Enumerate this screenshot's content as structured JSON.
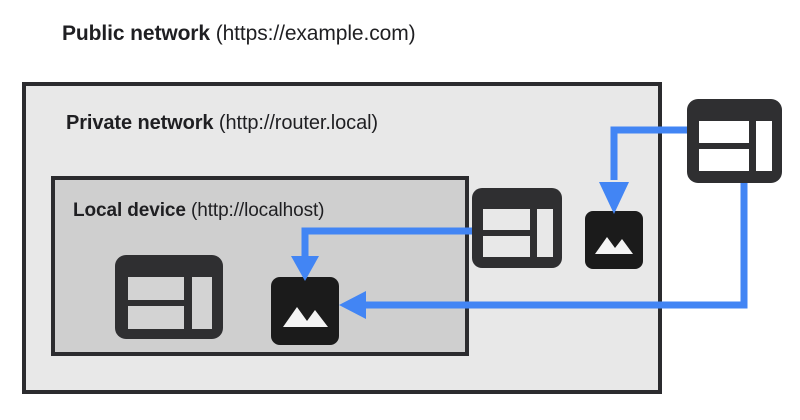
{
  "diagram": {
    "title_bold": "Public network",
    "title_rest": " (https://example.com)",
    "background": "#ffffff",
    "border_color": "#2b2b2e",
    "arrow_color": "#4285f4",
    "icon_dark": "#2f2f31",
    "icon_black": "#1b1b1b"
  },
  "public_network": {
    "label_bold": "Public network",
    "label_rest": " (https://example.com)",
    "url": "https://example.com"
  },
  "private_network": {
    "label_bold": "Private network",
    "label_rest": " (http://router.local)",
    "url": "http://router.local",
    "fill": "#e8e8e8"
  },
  "local_device": {
    "label_bold": "Local device",
    "label_rest": " (http://localhost)",
    "url": "http://localhost",
    "fill": "#cfcfcf"
  },
  "nodes": [
    {
      "id": "local-browser",
      "icon": "browser-window-icon",
      "zone": "local-device",
      "fill": "#2f2f31"
    },
    {
      "id": "local-image",
      "icon": "image-icon",
      "zone": "local-device",
      "fill": "#1b1b1b"
    },
    {
      "id": "private-browser",
      "icon": "browser-window-icon",
      "zone": "private-network",
      "fill": "#2f2f31"
    },
    {
      "id": "private-image",
      "icon": "image-icon",
      "zone": "private-network",
      "fill": "#1b1b1b"
    },
    {
      "id": "public-browser",
      "icon": "browser-window-icon",
      "zone": "public-network",
      "fill": "#2f2f31"
    }
  ],
  "arrows": [
    {
      "id": "arrow-private-browser-to-local-image",
      "from": "private-browser",
      "to": "local-image",
      "direction": "down",
      "color": "#4285f4"
    },
    {
      "id": "arrow-public-browser-to-private-image",
      "from": "public-browser",
      "to": "private-image",
      "direction": "down",
      "color": "#4285f4"
    },
    {
      "id": "arrow-public-browser-to-local-image",
      "from": "public-browser",
      "to": "local-image",
      "direction": "left",
      "color": "#4285f4"
    }
  ]
}
